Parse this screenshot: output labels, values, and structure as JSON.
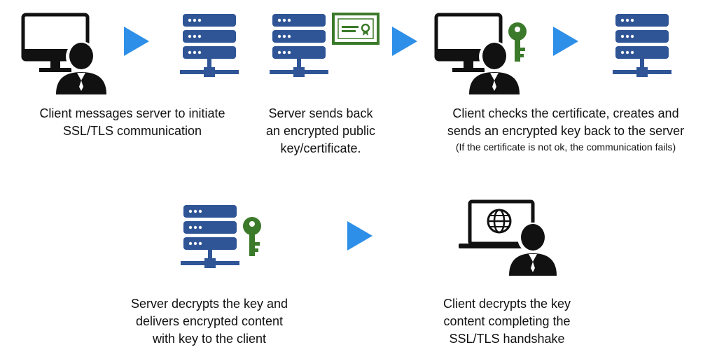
{
  "colors": {
    "server": "#2f5597",
    "arrow": "#2e8fe8",
    "key": "#3b7a2a",
    "certificate": "#3b7a2a",
    "outline": "#111111"
  },
  "icons": {
    "client_1": "client-computer-icon",
    "server_1": "server-icon",
    "server_2": "server-icon",
    "certificate": "certificate-icon",
    "client_2": "client-computer-icon",
    "key_1": "key-icon",
    "server_3": "server-icon",
    "server_4": "server-icon",
    "key_2": "key-icon",
    "client_laptop": "client-laptop-globe-icon"
  },
  "steps": {
    "step1": "Client messages server to initiate\nSSL/TLS communication",
    "step2": "Server sends back\nan encrypted public\nkey/certificate.",
    "step3": "Client checks the certificate, creates and\nsends an encrypted key back to the server",
    "step3_note": "(If the certificate is not ok, the communication fails)",
    "step4": "Server decrypts the key and\ndelivers encrypted content\nwith key to the client",
    "step5": "Client decrypts the key\ncontent completing the\nSSL/TLS handshake"
  }
}
